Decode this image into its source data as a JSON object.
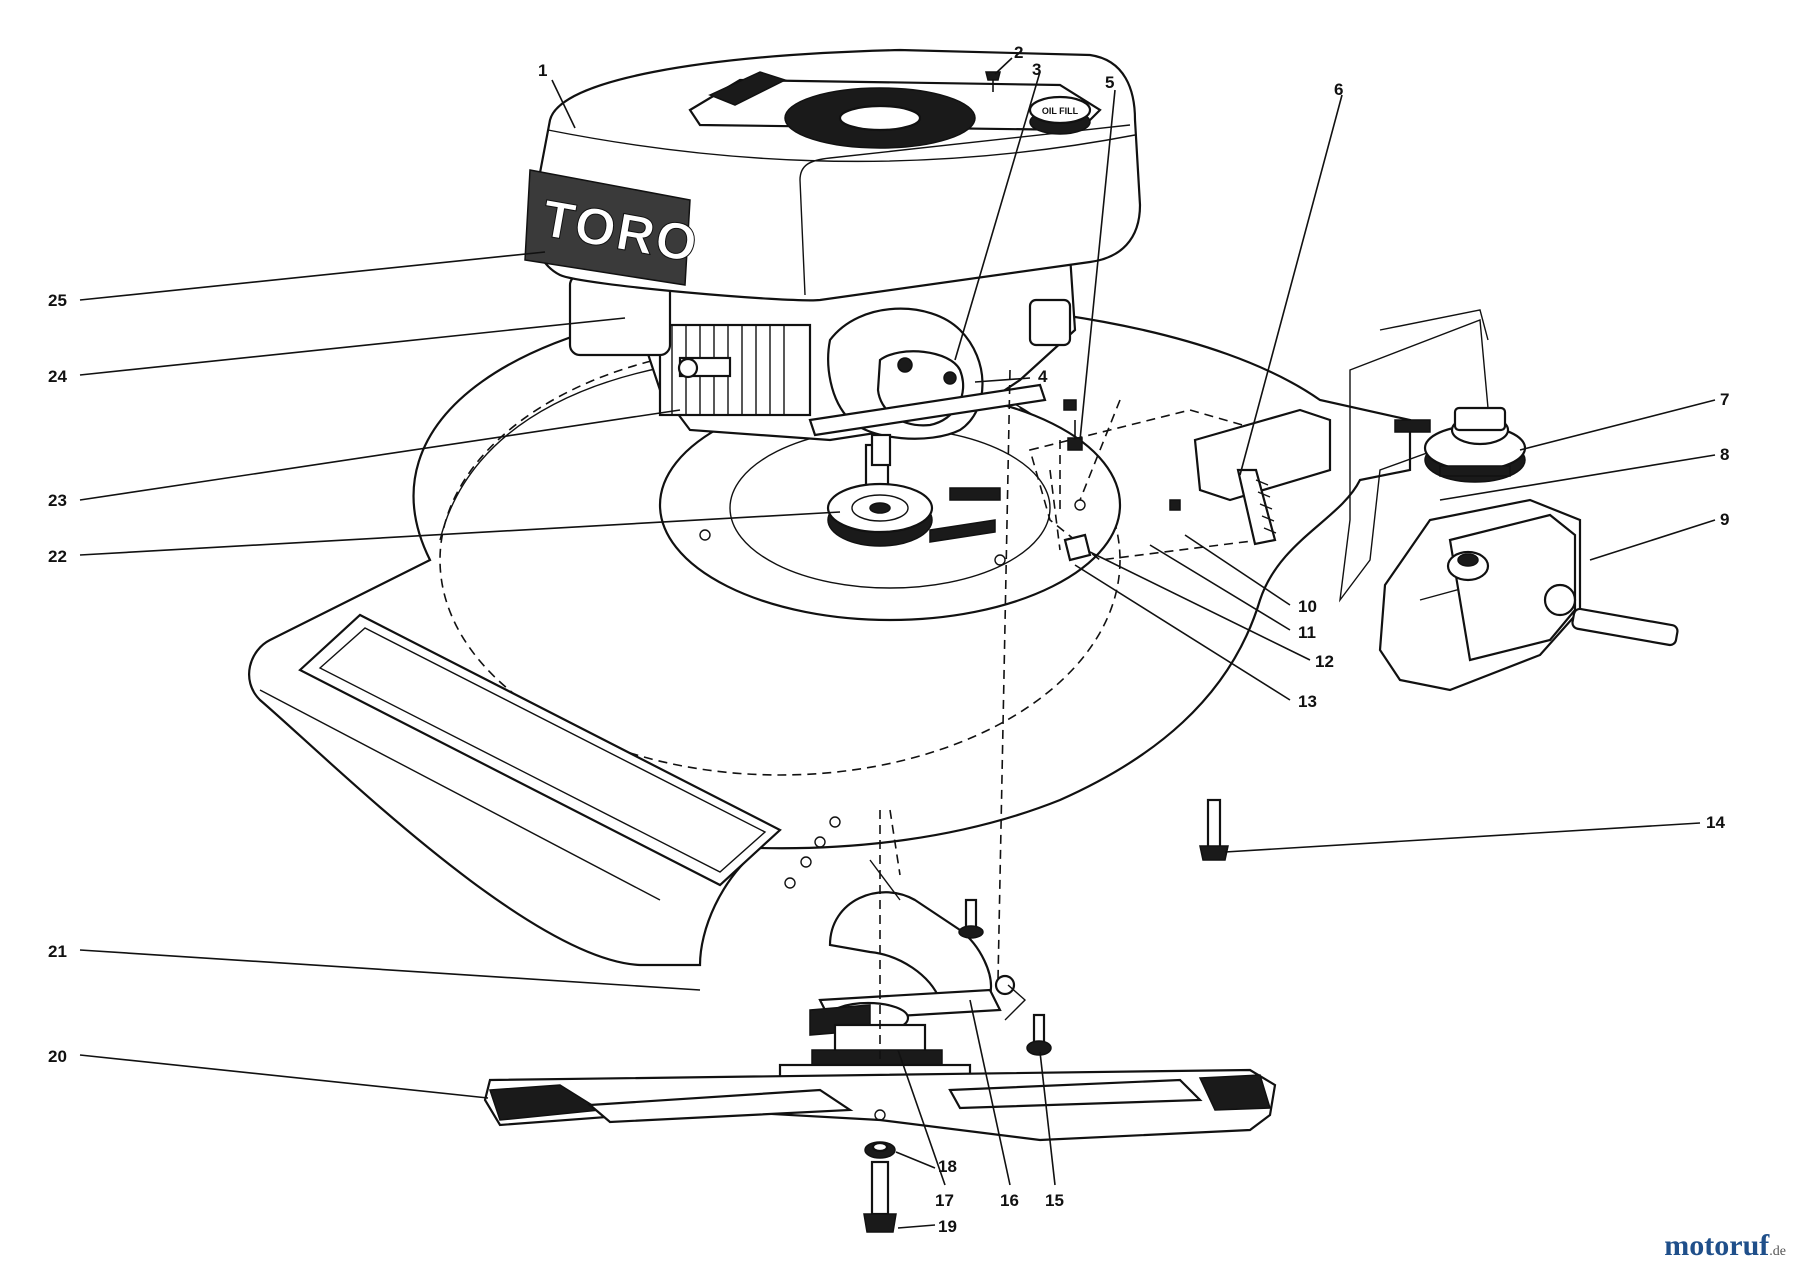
{
  "diagram": {
    "brand_text": "TORO",
    "fuel_cap_text": "OIL FILL",
    "callouts": [
      "1",
      "2",
      "3",
      "4",
      "5",
      "6",
      "7",
      "8",
      "9",
      "10",
      "11",
      "12",
      "13",
      "14",
      "15",
      "16",
      "17",
      "18",
      "19",
      "20",
      "21",
      "22",
      "23",
      "24",
      "25"
    ]
  },
  "watermark": {
    "name": "motoruf",
    "tld": ".de",
    "color": "#1f4f8a"
  }
}
